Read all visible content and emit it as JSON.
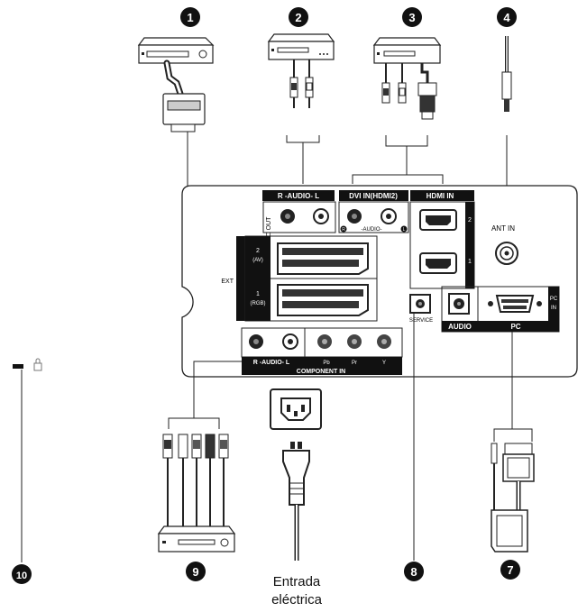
{
  "markers": {
    "m1": "❶",
    "m2": "❷",
    "m3": "❸",
    "m4": "❹",
    "m7": "❼",
    "m8": "❽",
    "m9": "❾",
    "m10": "❿"
  },
  "panel": {
    "audio_out_vertical": "AUDIO OUT",
    "audio_out_header": "R -AUDIO- L",
    "dvi_header": "DVI IN(HDMI2)",
    "dvi_sub": "-AUDIO-",
    "dvi_r": "R",
    "dvi_l": "L",
    "hdmi_header": "HDMI IN",
    "hdmi_2": "2",
    "hdmi_1": "1",
    "ant_in": "ANT IN",
    "ext": "EXT",
    "scart_2_label": "2",
    "scart_2_sub": "(AV)",
    "scart_1_label": "1",
    "scart_1_sub": "(RGB)",
    "service": "SERVICE",
    "audio": "AUDIO",
    "pc": "PC",
    "pc_in_1": "PC",
    "pc_in_2": "IN",
    "component_audio": "R -AUDIO- L",
    "component_pb": "Pb",
    "component_pr": "Pr",
    "component_y": "Y",
    "component_in": "COMPONENT IN"
  },
  "power": {
    "caption_line1": "Entrada",
    "caption_line2": "eléctrica"
  },
  "colors": {
    "ink": "#1a1a1a",
    "panel_stroke": "#222222",
    "jack_fill": "#222222",
    "strip_fill": "#111111"
  }
}
